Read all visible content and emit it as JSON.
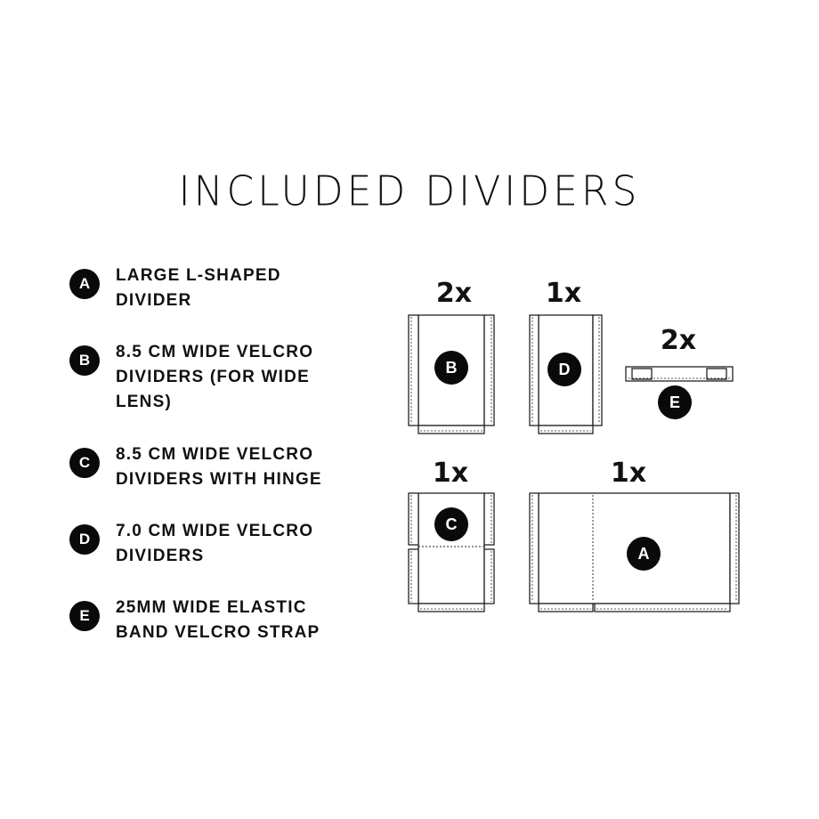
{
  "title": "INCLUDED DIVIDERS",
  "legend": [
    {
      "badge": "A",
      "text": "LARGE  L-SHAPED\nDIVIDER"
    },
    {
      "badge": "B",
      "text": "8.5 CM WIDE VELCRO\nDIVIDERS (FOR WIDE\nLENS)"
    },
    {
      "badge": "C",
      "text": "8.5 CM WIDE VELCRO\nDIVIDERS WITH HINGE"
    },
    {
      "badge": "D",
      "text": "7.0 CM WIDE VELCRO\nDIVIDERS"
    },
    {
      "badge": "E",
      "text": "25MM WIDE ELASTIC\nBAND VELCRO STRAP"
    }
  ],
  "diagrams": {
    "B": {
      "qty": "2x",
      "label": "B"
    },
    "D": {
      "qty": "1x",
      "label": "D"
    },
    "E": {
      "qty": "2x",
      "label": "E"
    },
    "C": {
      "qty": "1x",
      "label": "C"
    },
    "A": {
      "qty": "1x",
      "label": "A"
    }
  }
}
